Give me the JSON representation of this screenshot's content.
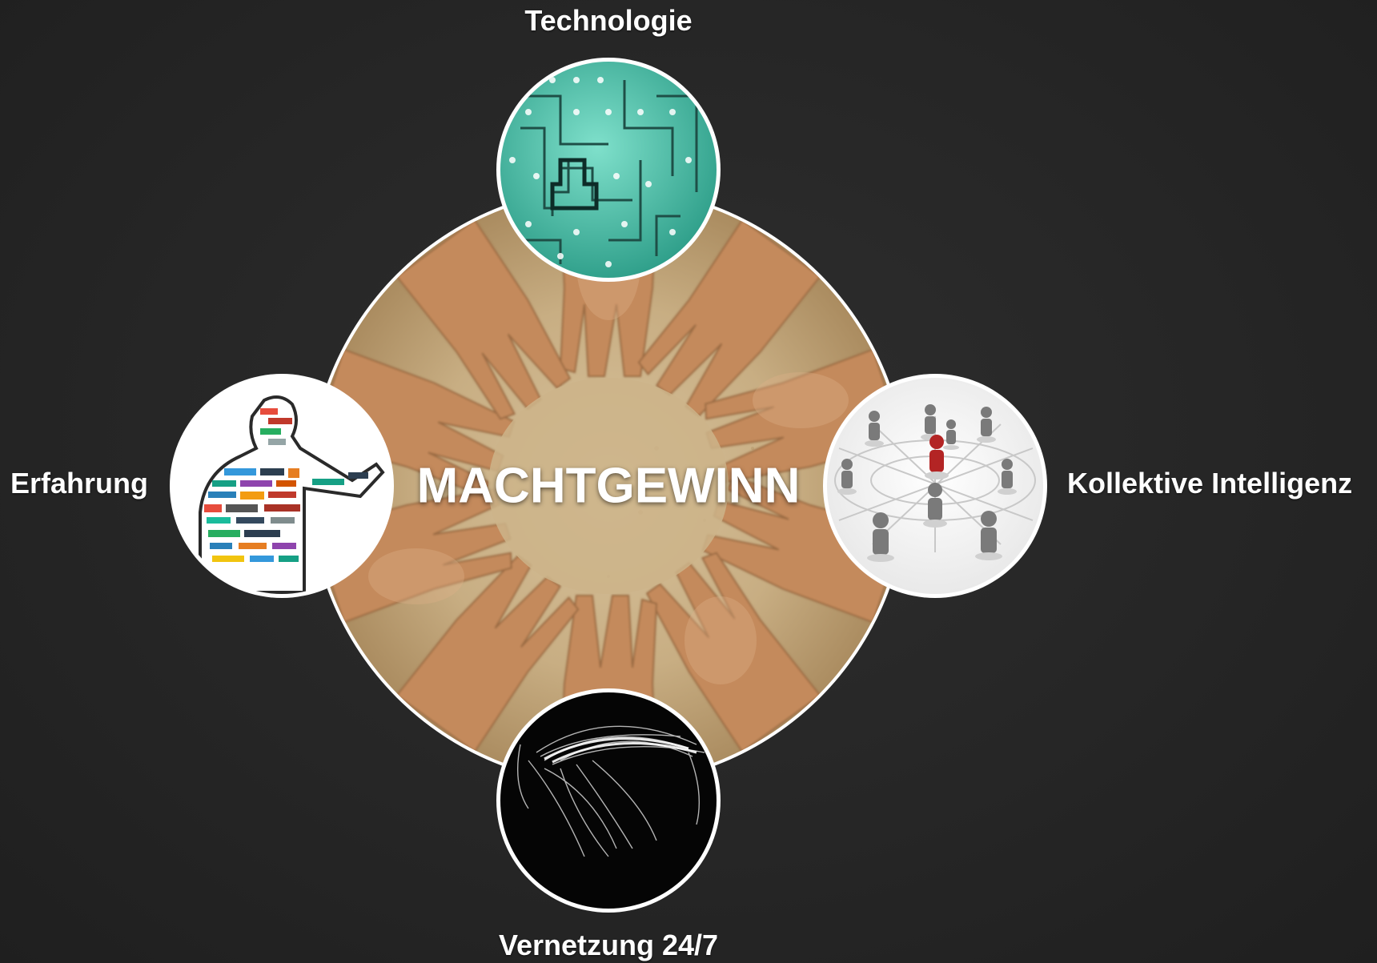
{
  "diagram": {
    "center": {
      "title": "MACHTGEWINN",
      "image": "hands-in-sand-circle"
    },
    "nodes": [
      {
        "key": "top",
        "label": "Technologie",
        "image": "circuit-board"
      },
      {
        "key": "right",
        "label": "Kollektive Intelligenz",
        "image": "people-network"
      },
      {
        "key": "bottom",
        "label": "Vernetzung 24/7",
        "image": "global-connection-lines"
      },
      {
        "key": "left",
        "label": "Erfahrung",
        "image": "person-silhouette-with-logos"
      }
    ]
  },
  "colors": {
    "background": "#262626",
    "sand": "#c9b28a",
    "skin": "#c98f63",
    "circuit": "#4fc7b0",
    "ring": "#ffffff",
    "label": "#ffffff"
  }
}
